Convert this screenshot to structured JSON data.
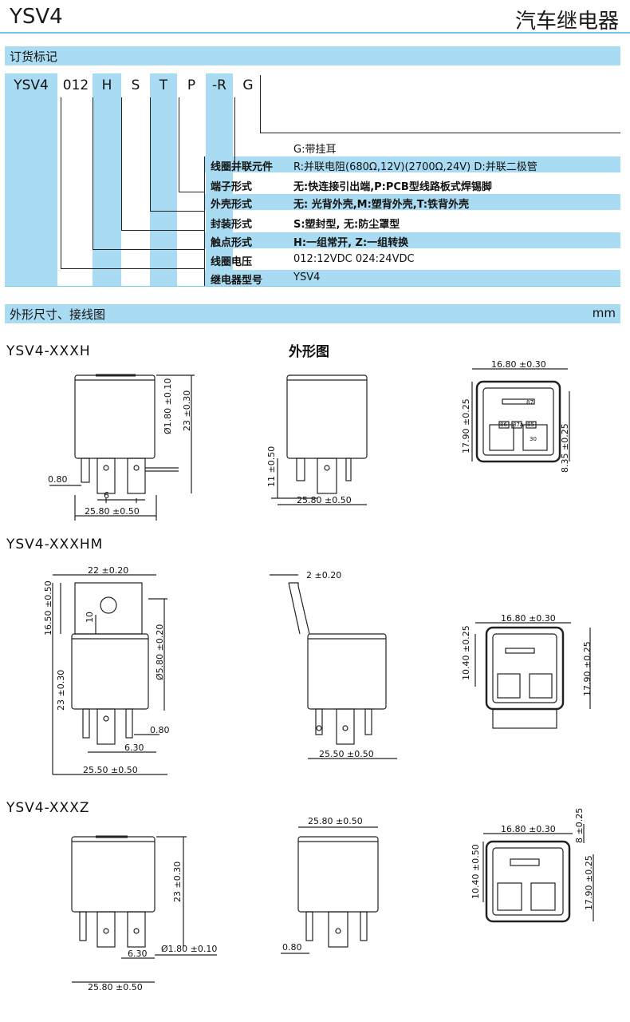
{
  "header": {
    "model": "YSV4",
    "category": "汽车继电器"
  },
  "ordering": {
    "section_title": "订货标记",
    "codes": [
      "YSV4",
      "012",
      "H",
      "S",
      "T",
      "P",
      "-R",
      "G"
    ],
    "rows": [
      {
        "label": "",
        "value": "G:带挂耳"
      },
      {
        "label": "线圈并联元件",
        "value": "R:并联电阻(680Ω,12V)(2700Ω,24V) D:并联二极管"
      },
      {
        "label": "端子形式",
        "value": "无:快连接引出端,P:PCB型线路板式焊锡脚"
      },
      {
        "label": "外壳形式",
        "value": "无: 光背外壳,M:塑背外壳,T:铁背外壳"
      },
      {
        "label": "封装形式",
        "value": "S:塑封型, 无:防尘罩型"
      },
      {
        "label": "触点形式",
        "value": "H:一组常开, Z:一组转换"
      },
      {
        "label": "线圈电压",
        "value": "012:12VDC    024:24VDC"
      },
      {
        "label": "继电器型号",
        "value": "YSV4"
      }
    ]
  },
  "dimensions": {
    "section_title": "外形尺寸、接线图",
    "unit": "mm",
    "outline_title": "外形图",
    "models": [
      "YSV4-XXXH",
      "YSV4-XXXHM",
      "YSV4-XXXZ"
    ],
    "h": {
      "w": "25.80 ±0.50",
      "h": "23 ±0.30",
      "d": "Ø1.80 ±0.10",
      "gap": "0.80",
      "pitch": "6",
      "pin": "11 ±0.50",
      "side_w": "25.80 ±0.50",
      "top_w": "16.80 ±0.30",
      "top_h": "17.90 ±0.25",
      "top_h2": "8.35 ±0.25"
    },
    "hm": {
      "bracket_w": "22 ±0.20",
      "bracket_h": "16.50 ±0.50",
      "hole": "10",
      "hole_d": "Ø5.80 ±0.20",
      "h": "23 ±0.30",
      "gap": "0.80",
      "pitch": "6.30",
      "w": "25.50 ±0.50",
      "thick": "2 ±0.20",
      "side_w": "25.50 ±0.50",
      "top_w": "16.80 ±0.30",
      "top_h": "17.90 ±0.25",
      "top_h2": "10.40 ±0.25"
    },
    "z": {
      "h": "23 ±0.30",
      "pitch": "6.30",
      "d": "Ø1.80 ±0.10",
      "w": "25.80 ±0.50",
      "side_w": "25.80 ±0.50",
      "gap": "0.80",
      "top_w": "16.80 ±0.30",
      "top_h": "17.90 ±0.25",
      "top_h2": "10.40 ±0.50",
      "top_h3": "8 ±0.25"
    },
    "pins": {
      "p1": "86",
      "p2": "87a",
      "p3": "85",
      "p4": "30",
      "p5": "87"
    }
  }
}
